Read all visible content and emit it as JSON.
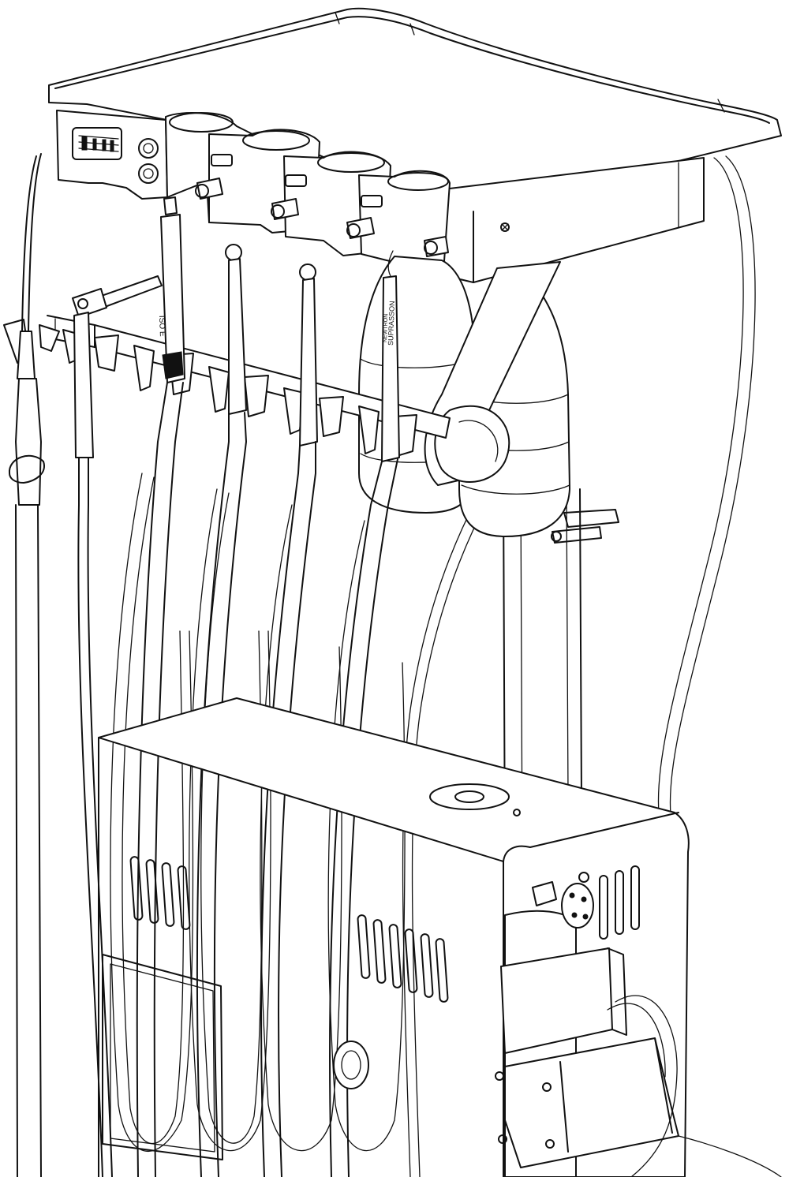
{
  "labels": {
    "handpiece_brand": "SUPRASSON",
    "handpiece_maker": "NEWTRON",
    "motor_marking": "ISO E"
  },
  "colors": {
    "line": "#111111",
    "background": "#ffffff"
  }
}
